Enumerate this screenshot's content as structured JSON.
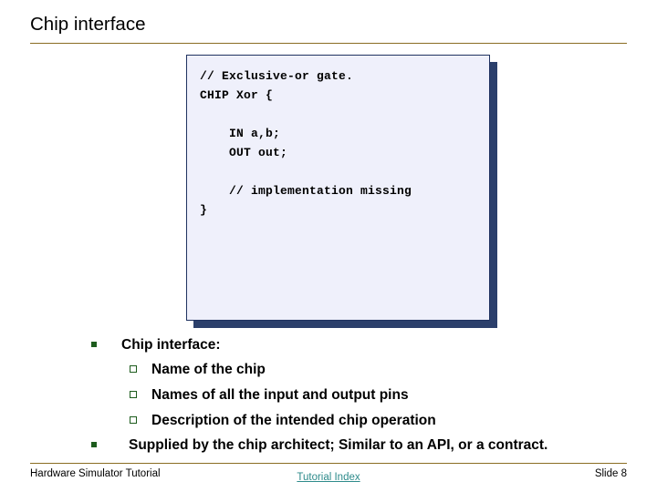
{
  "slide": {
    "title": "Chip interface",
    "rule_color": "#8a6d23"
  },
  "code_box": {
    "background": "#eff0fb",
    "border_color": "#1f3260",
    "shadow_color": "#2b3f6b",
    "text": "// Exclusive-or gate.\nCHIP Xor {\n\n    IN a,b;\n    OUT out;\n\n    // implementation missing\n}",
    "lines": [
      "// Exclusive-or gate.",
      "CHIP Xor {",
      "",
      "    IN a,b;",
      "    OUT out;",
      "",
      "    // implementation missing",
      "}"
    ]
  },
  "content": {
    "bullet_color": "#1d5c1d",
    "level1": {
      "label": "Chip interface:",
      "marker": "filled-square-bullet"
    },
    "level2": [
      {
        "label": "Name of the chip",
        "marker": "hollow-square-bullet"
      },
      {
        "label": "Names of all the input and output pins",
        "marker": "hollow-square-bullet"
      },
      {
        "label": "Description of the intended chip operation",
        "marker": "hollow-square-bullet"
      }
    ],
    "final_bullet": {
      "label": "Supplied by the chip architect;  Similar to an API, or a contract.",
      "marker": "filled-square-bullet"
    }
  },
  "footer": {
    "left": "Hardware Simulator Tutorial",
    "link": "Tutorial Index",
    "link_color": "#2e8b8b",
    "right": "Slide 8"
  }
}
